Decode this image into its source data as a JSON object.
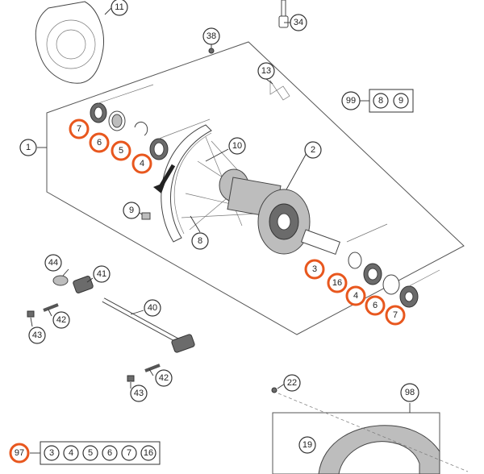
{
  "callouts": {
    "c11": "11",
    "c34": "34",
    "c38": "38",
    "c13": "13",
    "c99": "99",
    "c99_8": "8",
    "c99_9": "9",
    "c1": "1",
    "c10": "10",
    "c2": "2",
    "c7a": "7",
    "c6a": "6",
    "c5a": "5",
    "c4a": "4",
    "c9": "9",
    "c8": "8",
    "c3b": "3",
    "c16b": "16",
    "c4b": "4",
    "c6b": "6",
    "c7b": "7",
    "c44": "44",
    "c41": "41",
    "c40": "40",
    "c42a": "42",
    "c43a": "43",
    "c42b": "42",
    "c43b": "43",
    "c22": "22",
    "c98": "98",
    "c19": "19",
    "c97": "97",
    "k3": "3",
    "k4": "4",
    "k5": "5",
    "k6": "6",
    "k7": "7",
    "k16": "16"
  },
  "colors": {
    "highlight": "#e8571e",
    "line": "#333333",
    "part_dark": "#6b6b6b",
    "part_gray": "#bdbdbd"
  }
}
